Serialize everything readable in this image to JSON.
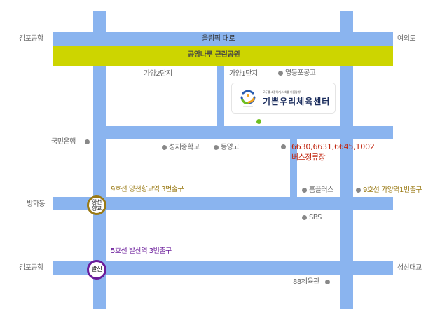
{
  "map": {
    "roads": {
      "top_road": "올림픽 대로",
      "park": "공암나루 근린공원"
    },
    "edge_labels": {
      "top_left": "김포공항",
      "top_right": "여의도",
      "mid_left": "방화동",
      "bottom_left": "김포공항",
      "bottom_right": "성산대교"
    },
    "area_labels": {
      "gayang2": "가양2단지",
      "gayang1": "가양1단지"
    },
    "landmarks": {
      "yeongdeungpo_hs": "영등포공고",
      "kookmin_bank": "국민은행",
      "seongjae_ms": "성재중학교",
      "dongyang_hs": "동양고",
      "homeplus": "홈플러스",
      "sbs": "SBS",
      "gym88": "88체육관"
    },
    "destination": {
      "logo_tagline": "모두를 소중하게, 사회를 아름답게!",
      "logo_name": "기쁜우리체육센터",
      "marker_color": "#6fbf1f"
    },
    "bus_stop": {
      "routes": "6630,6631,6645,1002",
      "label": "버스정류장",
      "color": "#c0250e"
    },
    "stations": {
      "yangcheon": {
        "name_line1": "양천",
        "name_line2": "향교",
        "exit_label": "9호선 양천향교역 3번출구",
        "color": "#9a7a15"
      },
      "balsan": {
        "name": "발산",
        "exit_label": "5호선 발산역 3번출구",
        "color": "#6a1b9a"
      },
      "gayang": {
        "exit_label": "9호선 가양역1번출구",
        "color": "#9a7a15"
      }
    },
    "colors": {
      "road": "#8ab4ef",
      "park": "#cdd500"
    }
  }
}
